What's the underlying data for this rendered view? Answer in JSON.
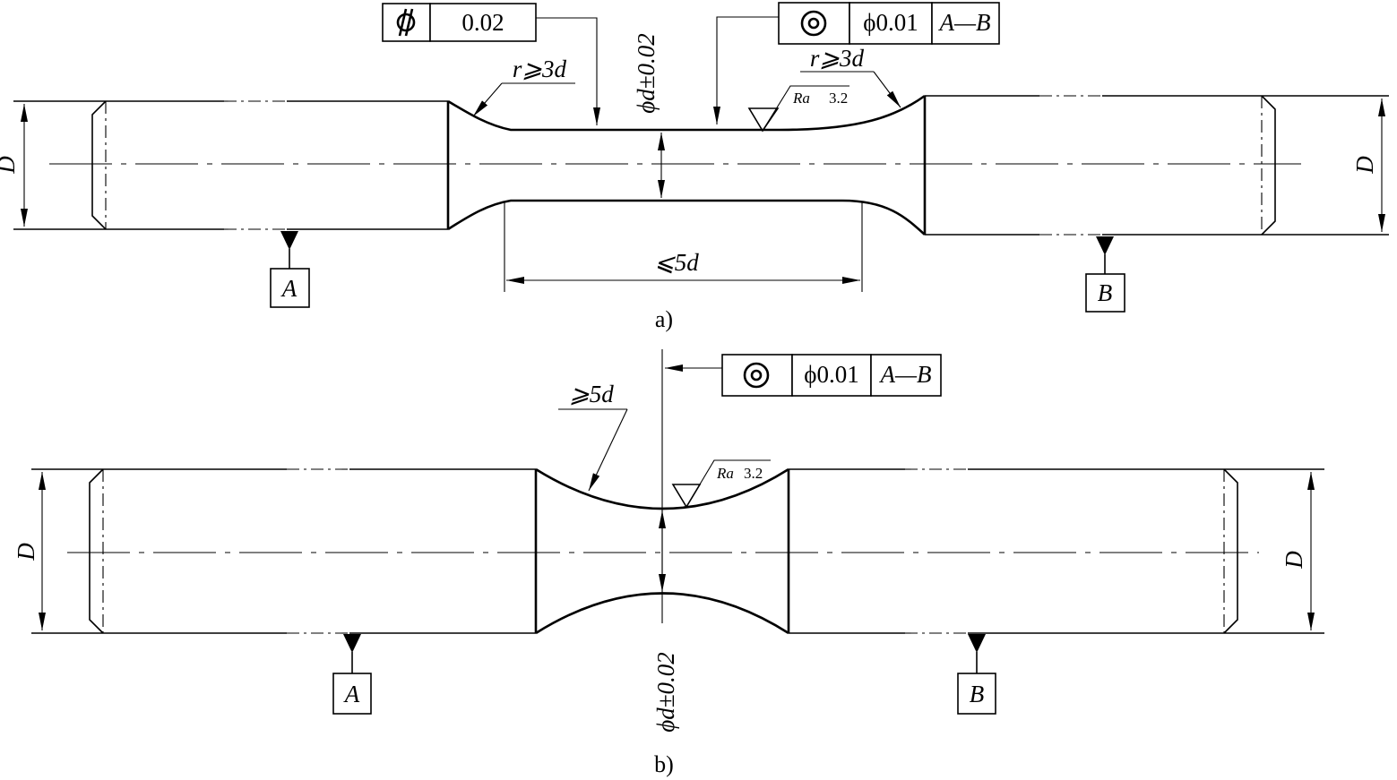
{
  "figure_a": {
    "caption": "a)",
    "diameter_left": "D",
    "diameter_right": "D",
    "radius_left": "r⩾3d",
    "radius_right": "r⩾3d",
    "neck_diameter": "ϕd±0.02",
    "neck_length": "⩽5d",
    "cylindricity": {
      "symbol": "cylindricity-icon",
      "tolerance": "0.02"
    },
    "coaxiality": {
      "symbol": "concentricity-icon",
      "tolerance": "ϕ0.01",
      "datums": "A—B"
    },
    "roughness": {
      "param": "Ra",
      "value": "3.2"
    },
    "datum_left": "A",
    "datum_right": "B"
  },
  "figure_b": {
    "caption": "b)",
    "diameter_left": "D",
    "diameter_right": "D",
    "radius": "⩾5d",
    "neck_diameter": "ϕd±0.02",
    "coaxiality": {
      "symbol": "concentricity-icon",
      "tolerance": "ϕ0.01",
      "datums": "A—B"
    },
    "roughness": {
      "param": "Ra",
      "value": "3.2"
    },
    "datum_left": "A",
    "datum_right": "B"
  }
}
